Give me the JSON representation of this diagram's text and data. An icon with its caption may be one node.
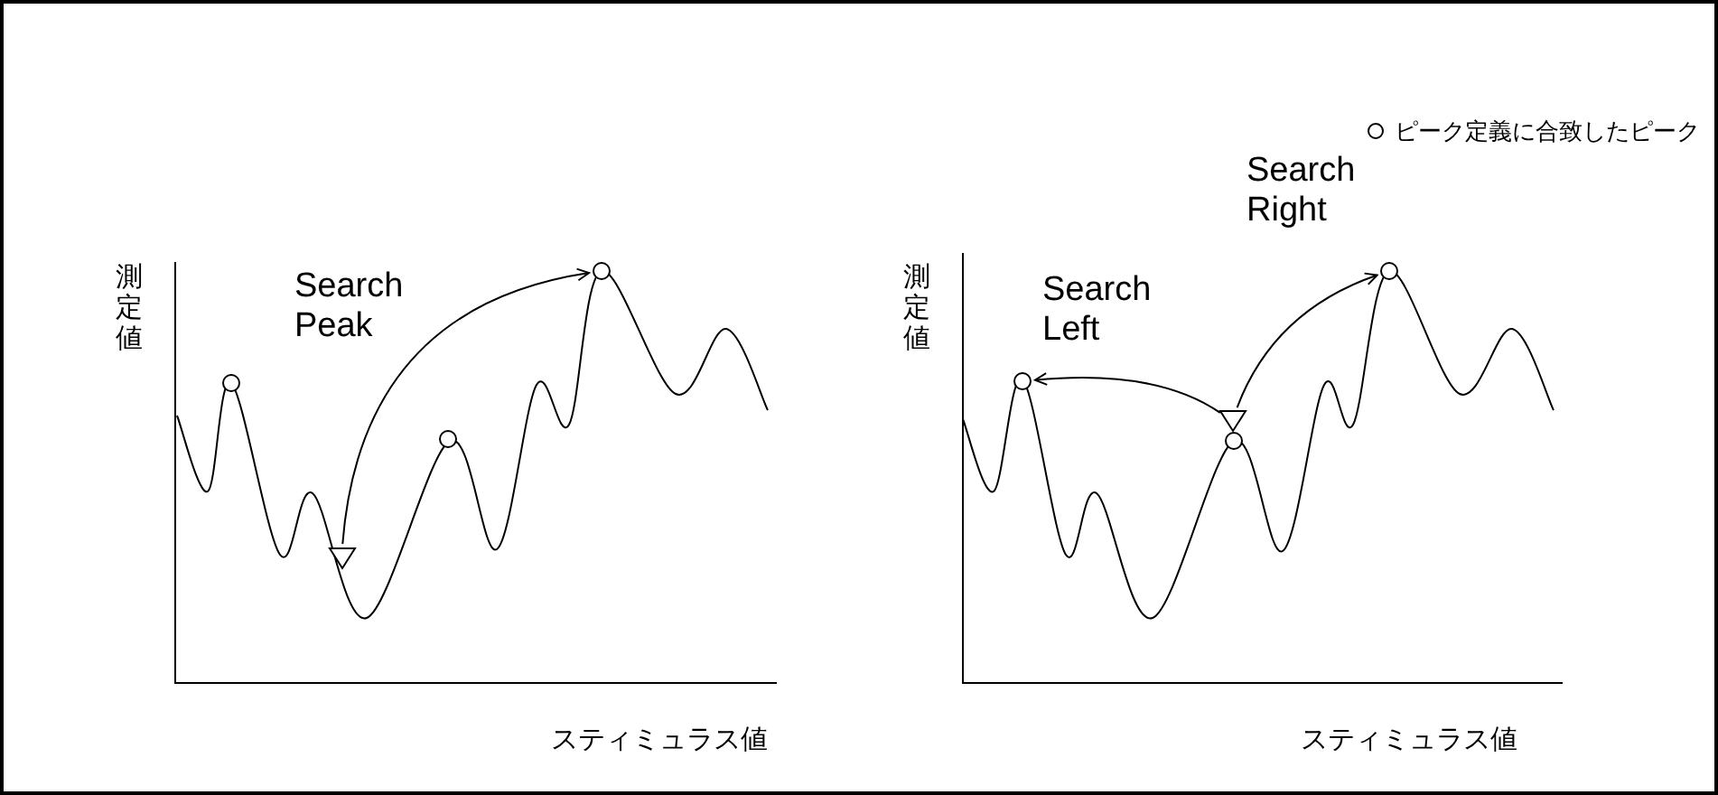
{
  "diagram": {
    "nodes": [
      {
        "text": [],
        "shape": "circle"
      },
      {
        "text": [],
        "shape": "circle"
      },
      {
        "text": [],
        "shape": "triangle"
      },
      {
        "text": [],
        "shape": "circle"
      },
      {
        "text": [],
        "shape": "circle"
      },
      {
        "text": [],
        "shape": "triangle"
      },
      {
        "text": [],
        "shape": "circle"
      },
      {
        "text": [],
        "shape": "circle"
      }
    ],
    "edges": [
      {
        "from": 2,
        "to": 3,
        "arrow": "to",
        "label": "Search Peak"
      },
      {
        "from": 5,
        "to": 4,
        "arrow": "to",
        "label": "Search Left"
      },
      {
        "from": 5,
        "to": 7,
        "arrow": "to",
        "label": "Search Right"
      }
    ],
    "labels": [
      "測定値",
      "スティミュラス値",
      "測定値",
      "スティミュラス値"
    ],
    "legend": [
      {
        "text": "ピーク定義に合致したピーク"
      }
    ]
  }
}
